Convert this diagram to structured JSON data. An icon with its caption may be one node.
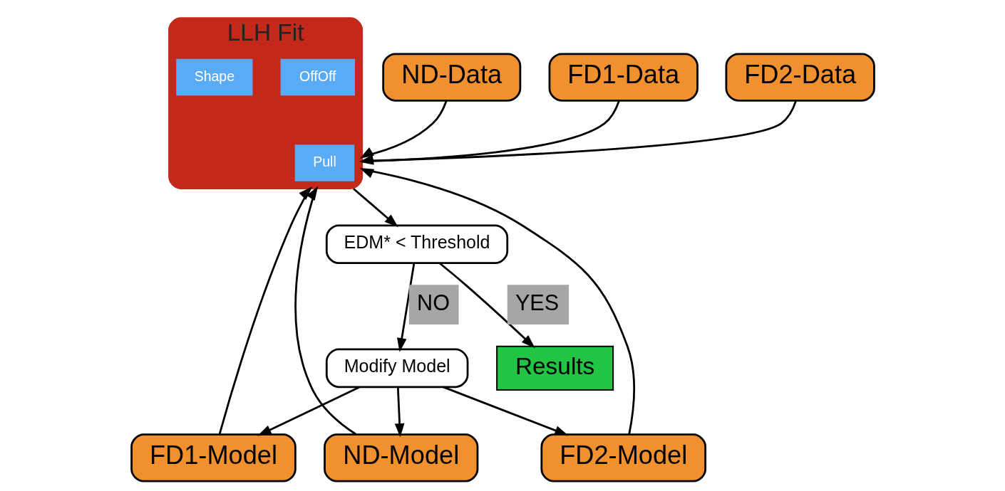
{
  "diagram": {
    "nodes": [
      {
        "text": [
          "FD1-Data"
        ]
      },
      {
        "text": [
          "FD2-Data"
        ]
      },
      {
        "text": [
          "ND-Data"
        ]
      },
      {
        "text": [
          "LLH Fit"
        ]
      },
      {
        "text": [
          "Pull"
        ],
        "in": 3
      },
      {
        "text": [
          "OffOff"
        ],
        "in": 3
      },
      {
        "text": [
          "Shape"
        ],
        "in": 3
      },
      {
        "text": [
          "FD1-Model"
        ]
      },
      {
        "text": [
          "FD2-Model"
        ]
      },
      {
        "text": [
          "ND-Model"
        ]
      },
      {
        "text": [
          "EDM* < Threshold"
        ]
      },
      {
        "text": [
          "Modify Model"
        ]
      },
      {
        "text": [
          "Results"
        ]
      }
    ],
    "edges": [
      {
        "from": 0,
        "to": 3,
        "arrow": "to"
      },
      {
        "from": 1,
        "to": 3,
        "arrow": "to"
      },
      {
        "from": 2,
        "to": 3,
        "arrow": "to"
      },
      {
        "from": 7,
        "to": 3,
        "arrow": "to"
      },
      {
        "from": 8,
        "to": 3,
        "arrow": "to"
      },
      {
        "from": 9,
        "to": 3,
        "arrow": "to"
      },
      {
        "from": 3,
        "to": 10,
        "arrow": "to"
      },
      {
        "from": 10,
        "to": 11,
        "label": "NO",
        "arrow": "to"
      },
      {
        "from": 11,
        "to": 7,
        "arrow": "to"
      },
      {
        "from": 11,
        "to": 8,
        "arrow": "to"
      },
      {
        "from": 11,
        "to": 9,
        "arrow": "to"
      },
      {
        "from": 10,
        "to": 12,
        "label": "YES",
        "arrow": "to"
      }
    ]
  }
}
